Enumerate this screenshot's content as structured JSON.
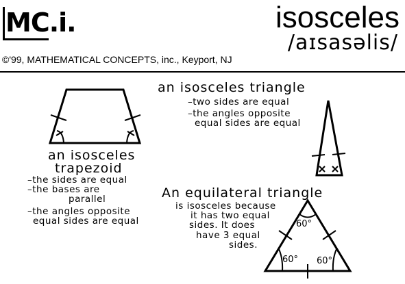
{
  "header": {
    "logo_text": "MC.i.",
    "word": "isosceles",
    "pronunciation": "/aɪsasəlis/",
    "copyright": "©'99, MATHEMATICAL CONCEPTS, inc., Keyport, NJ"
  },
  "trapezoid": {
    "heading_line1": "an isosceles",
    "heading_line2": "trapezoid",
    "notes": [
      "–the sides are equal",
      "–the bases are",
      "parallel",
      "–the angles opposite",
      "equal sides are equal"
    ]
  },
  "isosceles_triangle": {
    "heading": "an isosceles triangle",
    "notes": [
      "–two sides are equal",
      "–the angles opposite",
      "equal sides are equal"
    ]
  },
  "equilateral_triangle": {
    "heading": "An equilateral triangle",
    "notes": [
      "is isosceles because",
      "it has two equal",
      "sides. It does",
      "have 3 equal",
      "sides."
    ],
    "angle_top": "60°",
    "angle_left": "60°",
    "angle_right": "60°"
  }
}
